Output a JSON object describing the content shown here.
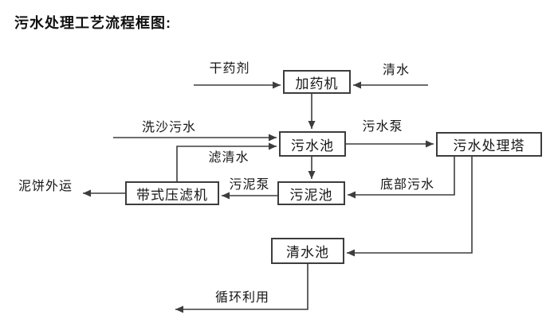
{
  "title": "污水处理工艺流程框图:",
  "colors": {
    "line": "#3d3d3d",
    "text": "#161616",
    "box_border": "#3d3d3d",
    "background": "#ffffff"
  },
  "nodes": {
    "dosing_machine": "加药机",
    "sewage_pool": "污水池",
    "treatment_tower": "污水处理塔",
    "belt_filter_press": "带式压滤机",
    "sludge_pool": "污泥池",
    "clear_water_pool": "清水池"
  },
  "edge_labels": {
    "dry_agent": "干药剂",
    "clear_water": "清水",
    "sand_wash_sewage": "洗沙污水",
    "sewage_pump": "污水泵",
    "filtered_water": "滤清水",
    "sludge_pump": "污泥泵",
    "bottom_sewage": "底部污水",
    "mud_cake_out": "泥饼外运",
    "recycle_use": "循环利用"
  }
}
